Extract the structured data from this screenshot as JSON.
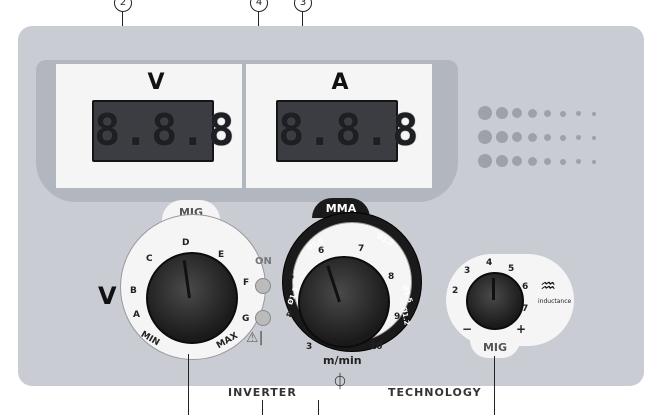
{
  "callouts": {
    "c2": "2",
    "c4": "4",
    "c3": "3"
  },
  "displays": {
    "voltage": {
      "label": "V",
      "reading": "8.8.8"
    },
    "current": {
      "label": "A",
      "reading": "8.8.8"
    }
  },
  "voltage_knob": {
    "tab": "MIG",
    "side_label": "V",
    "scale": [
      "A",
      "B",
      "C",
      "D",
      "E",
      "F",
      "G"
    ],
    "min": "MIN",
    "max": "MAX"
  },
  "indicators": {
    "power": "ON",
    "warning": "⚠|"
  },
  "wire_knob": {
    "tab": "MMA",
    "scale": [
      "3",
      "4",
      "5",
      "6",
      "7",
      "8",
      "9",
      "10"
    ],
    "diameters": [
      "Ø1.0",
      "Ø1.2",
      "Ø1.5",
      "Ø1.5",
      "Ø1.2"
    ],
    "unit": "m/min"
  },
  "inductance_knob": {
    "tab": "MIG",
    "scale": [
      "2",
      "3",
      "4",
      "5",
      "6",
      "7"
    ],
    "minus": "−",
    "plus": "+",
    "label": "inductance"
  },
  "footer": {
    "left": "INVERTER",
    "right": "TECHNOLOGY"
  }
}
